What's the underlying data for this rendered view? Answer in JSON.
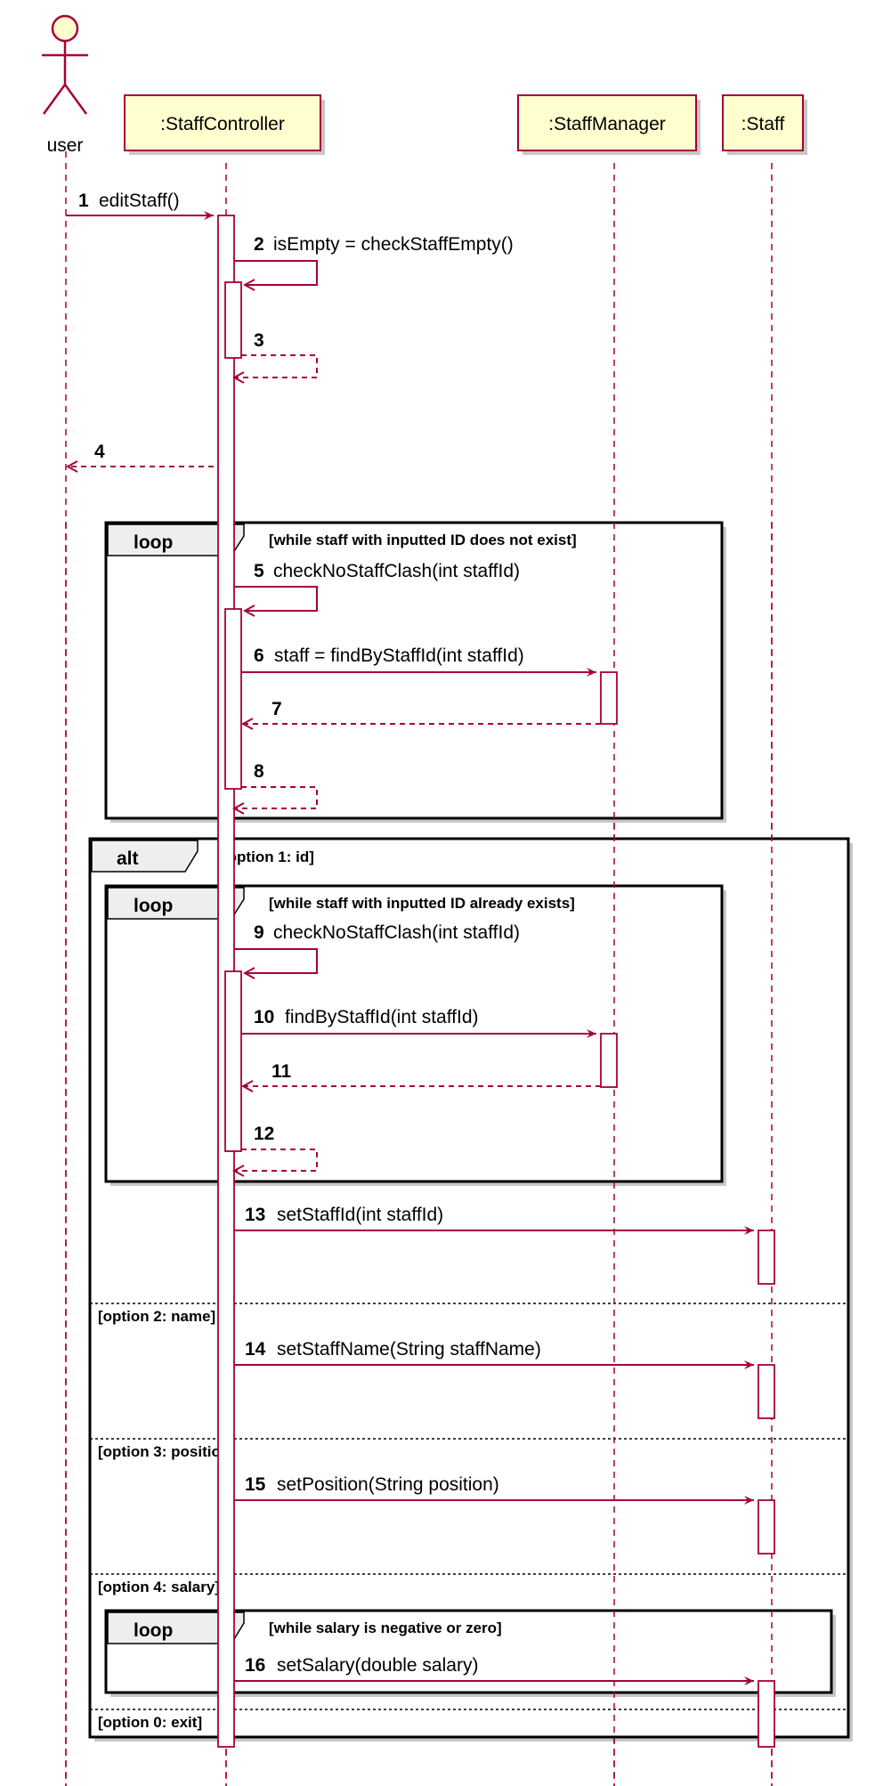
{
  "diagram": {
    "participants": [
      {
        "id": "user",
        "label": "user",
        "kind": "actor"
      },
      {
        "id": "staff_controller",
        "label": ":StaffController",
        "kind": "participant"
      },
      {
        "id": "staff_manager",
        "label": ":StaffManager",
        "kind": "participant"
      },
      {
        "id": "staff",
        "label": ":Staff",
        "kind": "participant"
      }
    ],
    "messages": [
      {
        "num": "1",
        "text": "editStaff()"
      },
      {
        "num": "2",
        "text": "isEmpty = checkStaffEmpty()"
      },
      {
        "num": "3",
        "text": ""
      },
      {
        "num": "4",
        "text": ""
      },
      {
        "num": "5",
        "text": "checkNoStaffClash(int staffId)"
      },
      {
        "num": "6",
        "text": "staff = findByStaffId(int staffId)"
      },
      {
        "num": "7",
        "text": ""
      },
      {
        "num": "8",
        "text": ""
      },
      {
        "num": "9",
        "text": "checkNoStaffClash(int staffId)"
      },
      {
        "num": "10",
        "text": "findByStaffId(int staffId)"
      },
      {
        "num": "11",
        "text": ""
      },
      {
        "num": "12",
        "text": ""
      },
      {
        "num": "13",
        "text": "setStaffId(int staffId)"
      },
      {
        "num": "14",
        "text": "setStaffName(String staffName)"
      },
      {
        "num": "15",
        "text": "setPosition(String position)"
      },
      {
        "num": "16",
        "text": "setSalary(double salary)"
      }
    ],
    "frames": {
      "loop1": {
        "keyword": "loop",
        "guard": "[while staff with inputted ID does not exist]"
      },
      "alt": {
        "keyword": "alt",
        "guard": "[option 1: id]"
      },
      "loop2": {
        "keyword": "loop",
        "guard": "[while staff with inputted ID already exists]"
      },
      "loop3": {
        "keyword": "loop",
        "guard": "[while salary is negative or zero]"
      },
      "alt_sections": [
        "[option 2: name]",
        "[option 3: position]",
        "[option 4: salary]",
        "[option 0: exit]"
      ]
    },
    "colors": {
      "line": "#A80036",
      "participant_fill": "#FEFECE",
      "tab_fill": "#EEEEEE"
    }
  }
}
